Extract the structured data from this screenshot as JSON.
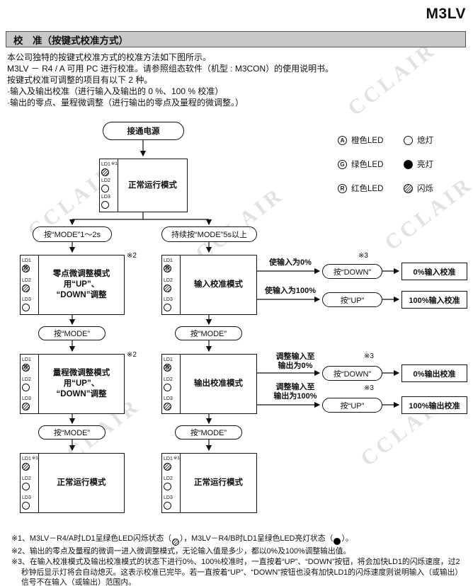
{
  "page": {
    "product": "M3LV",
    "section_title": "校　准（按键式校准方式）",
    "intro": [
      "本公司独特的按键式校准方式的校准方法如下图所示。",
      "M3LV － R4 / A 可用 PC 进行校准。请参照组态软件（机型 : M3CON）的使用说明书。",
      "按键式校准可调整的项目有以下 2 种。",
      "·输入及输出校准（进行输入及输出的 0 %、100 % 校准）",
      "·输出的零点、量程微调整（进行输出的零点及量程的微调整。）"
    ]
  },
  "legend": {
    "colors": [
      {
        "letter": "A",
        "label": "橙色LED"
      },
      {
        "letter": "G",
        "label": "绿色LED"
      },
      {
        "letter": "R",
        "label": "红色LED"
      }
    ],
    "states": [
      {
        "state": "off",
        "label": "熄灯"
      },
      {
        "state": "on",
        "label": "亮灯"
      },
      {
        "state": "blink",
        "label": "闪烁"
      }
    ]
  },
  "flow": {
    "power_on": "接通电源",
    "btn_mode_short": "按“MODE”1～2s",
    "btn_mode_long": "持续按“MODE”5s以上",
    "btn_mode": "按“MODE”",
    "marks": {
      "m1": "※1",
      "m2": "※2",
      "m3": "※3"
    },
    "boxes": {
      "normal": {
        "title": "正常运行模式",
        "leds": [
          {
            "label": "LD1",
            "note": "※1",
            "state": "blink"
          },
          {
            "label": "LD2",
            "state": "off"
          },
          {
            "label": "LD3",
            "state": "off"
          }
        ]
      },
      "zero": {
        "title": "零点微调整模式",
        "line2": "用“UP”、",
        "line3": "“DOWN”调整",
        "mark": "※2",
        "leds": [
          {
            "label": "LD1",
            "state": "blink",
            "letter": "R"
          },
          {
            "label": "LD2",
            "state": "blink"
          },
          {
            "label": "LD3",
            "state": "off"
          }
        ]
      },
      "span": {
        "title": "量程微调整模式",
        "line2": "用“UP”、",
        "line3": "“DOWN”调整",
        "mark": "※2",
        "leds": [
          {
            "label": "LD1",
            "state": "blink",
            "letter": "R"
          },
          {
            "label": "LD2",
            "state": "off"
          },
          {
            "label": "LD3",
            "state": "blink"
          }
        ]
      },
      "input_cal": {
        "title": "输入校准模式",
        "leds": [
          {
            "label": "LD1",
            "state": "blink",
            "letter": "R"
          },
          {
            "label": "LD2",
            "state": "blink"
          },
          {
            "label": "LD3",
            "state": "off"
          }
        ]
      },
      "output_cal": {
        "title": "输出校准模式",
        "leds": [
          {
            "label": "LD1",
            "state": "blink",
            "letter": "R"
          },
          {
            "label": "LD2",
            "state": "off"
          },
          {
            "label": "LD3",
            "state": "blink"
          }
        ]
      }
    },
    "input_flows": [
      {
        "label": "使输入为0%",
        "mark": "※3",
        "button": "按“DOWN”",
        "result": "0%输入校准"
      },
      {
        "label": "使输入为100%",
        "button": "按“UP”",
        "result": "100%输入校准"
      }
    ],
    "output_flows": [
      {
        "label1": "调整输入至",
        "label2": "输出为0%",
        "mark": "※3",
        "button": "按“DOWN”",
        "result": "0%输出校准"
      },
      {
        "label1": "调整输入至",
        "label2": "输出为100%",
        "mark": "※3",
        "button": "按“UP”",
        "result": "100%输出校准"
      }
    ]
  },
  "notes": {
    "n1_pre": "※1、M3LV－R4/A时LD1呈绿色LED闪烁状态（",
    "n1_sym1": "blink",
    "n1_mid": "），M3LV－R4/B时LD1呈绿色LED亮灯状态（",
    "n1_sym2": "on",
    "n1_sym2_letter": "G",
    "n1_end": "）。",
    "n2": "※2、输出的零点及量程的微调一进入微调整模式，无论输入值是多少，都以0%及100%调整输出值。",
    "n3": "※3、在输入校准模式及输出校准模式的状态下进行0%、100%校准时，一直按着“UP”、“DOWN”按钮，将会加快LD1的闪烁速度，过2秒钟后显示灯将会自动熄灭。这表示校准已完毕。若一直按着“UP”、“DOWN”按钮也没有加快LD1的闪烁速度则说明输入（或输出）信号不在输入（或输出）范围内。"
  },
  "watermark": "CCLAIR"
}
